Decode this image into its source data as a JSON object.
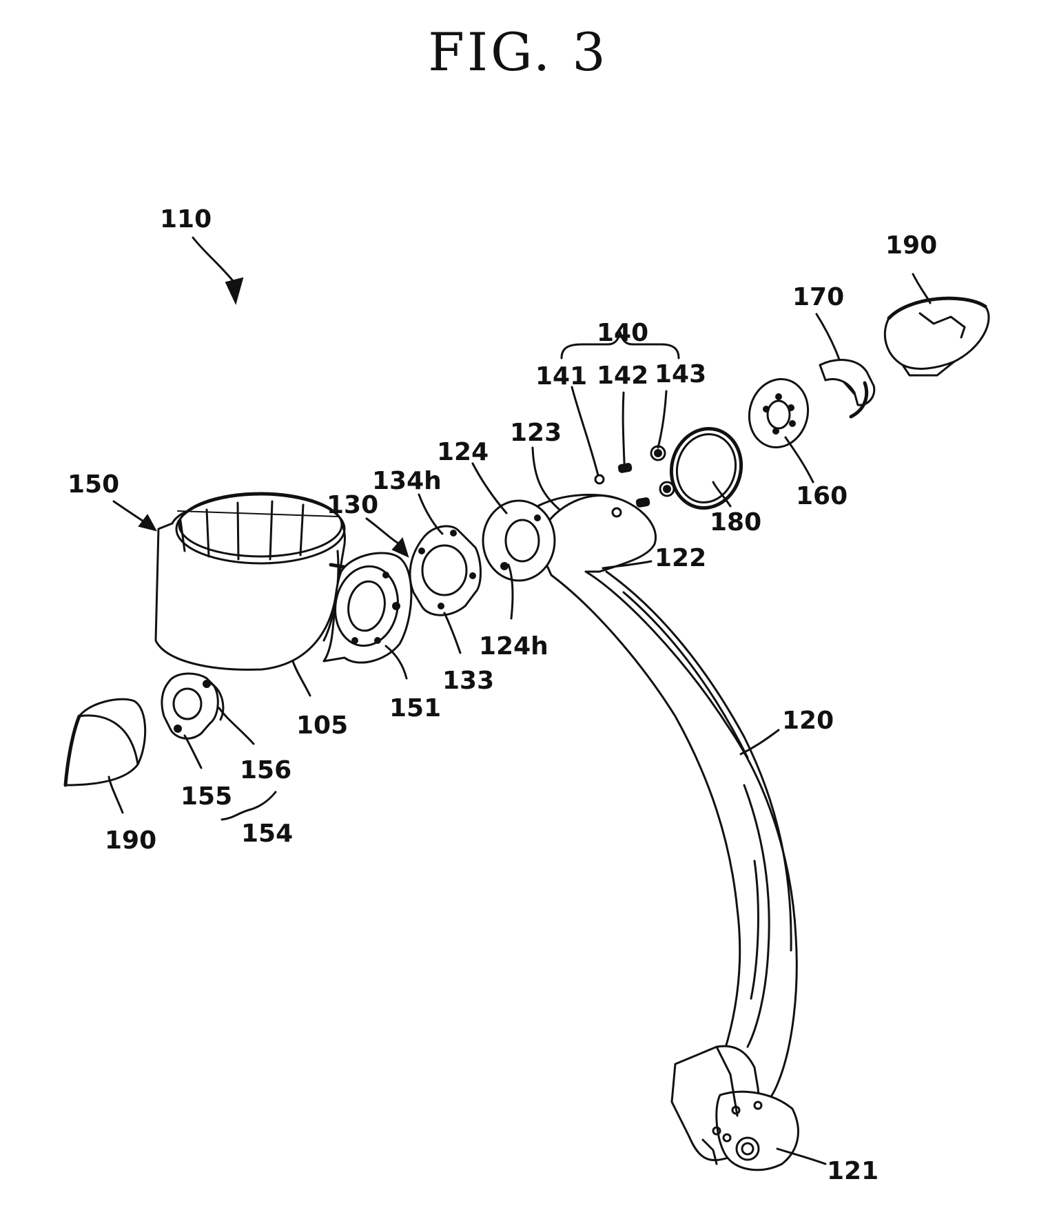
{
  "figure_title": "FIG.  3",
  "labels": {
    "l110": "110",
    "l190_top": "190",
    "l170": "170",
    "l140": "140",
    "l141": "141",
    "l142": "142",
    "l143": "143",
    "l123": "123",
    "l124": "124",
    "l150": "150",
    "l134h": "134h",
    "l130": "130",
    "l180": "180",
    "l160": "160",
    "l122": "122",
    "l124h": "124h",
    "l133": "133",
    "l151": "151",
    "l105": "105",
    "l156": "156",
    "l155": "155",
    "l154": "154",
    "l190_bottom": "190",
    "l120": "120",
    "l121": "121"
  }
}
